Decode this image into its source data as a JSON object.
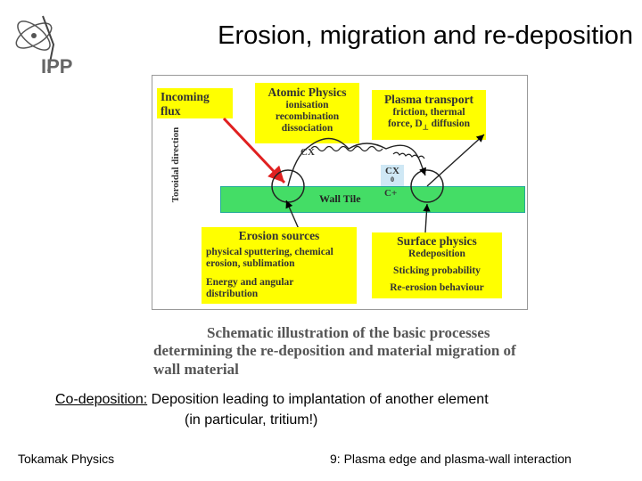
{
  "slide": {
    "title": "Erosion, migration and re-deposition",
    "logo_text": "IPP",
    "footer_left": "Tokamak Physics",
    "footer_right": "9: Plasma edge and plasma-wall interaction"
  },
  "diagram": {
    "incoming": "Incoming flux",
    "atomic_title": "Atomic Physics",
    "atomic_lines": [
      "ionisation",
      "recombination",
      "dissociation"
    ],
    "plasma_title": "Plasma transport",
    "plasma_l1": "friction, thermal",
    "plasma_l2": "force, D",
    "plasma_sub": "⊥",
    "plasma_l3": " diffusion",
    "toroidal": "Toroidal direction",
    "wall_tile": "Wall Tile",
    "cx_label": "CX",
    "cx_box_1": "CX",
    "cx_box_2": "0",
    "c_plus": "C+",
    "erosion_title": "Erosion sources",
    "erosion_l1": "physical sputtering, chemical",
    "erosion_l2": "erosion, sublimation",
    "erosion_l3": "Energy and angular",
    "erosion_l4": "distribution",
    "surface_title": "Surface physics",
    "surface_l1": "Redeposition",
    "surface_l2": "Sticking probability",
    "surface_l3": "Re-erosion behaviour"
  },
  "caption": {
    "line1": "Schematic illustration of the basic processes",
    "line2": "determining the re-deposition and material migration of",
    "line3": "wall material"
  },
  "codeposition": {
    "keyword": "Co-deposition:",
    "text1": " Deposition leading to implantation of another element",
    "text2": "(in particular, tritium!)"
  },
  "colors": {
    "box": "#ffff00",
    "wall": "#44dd66",
    "arrow_red": "#e02020"
  }
}
